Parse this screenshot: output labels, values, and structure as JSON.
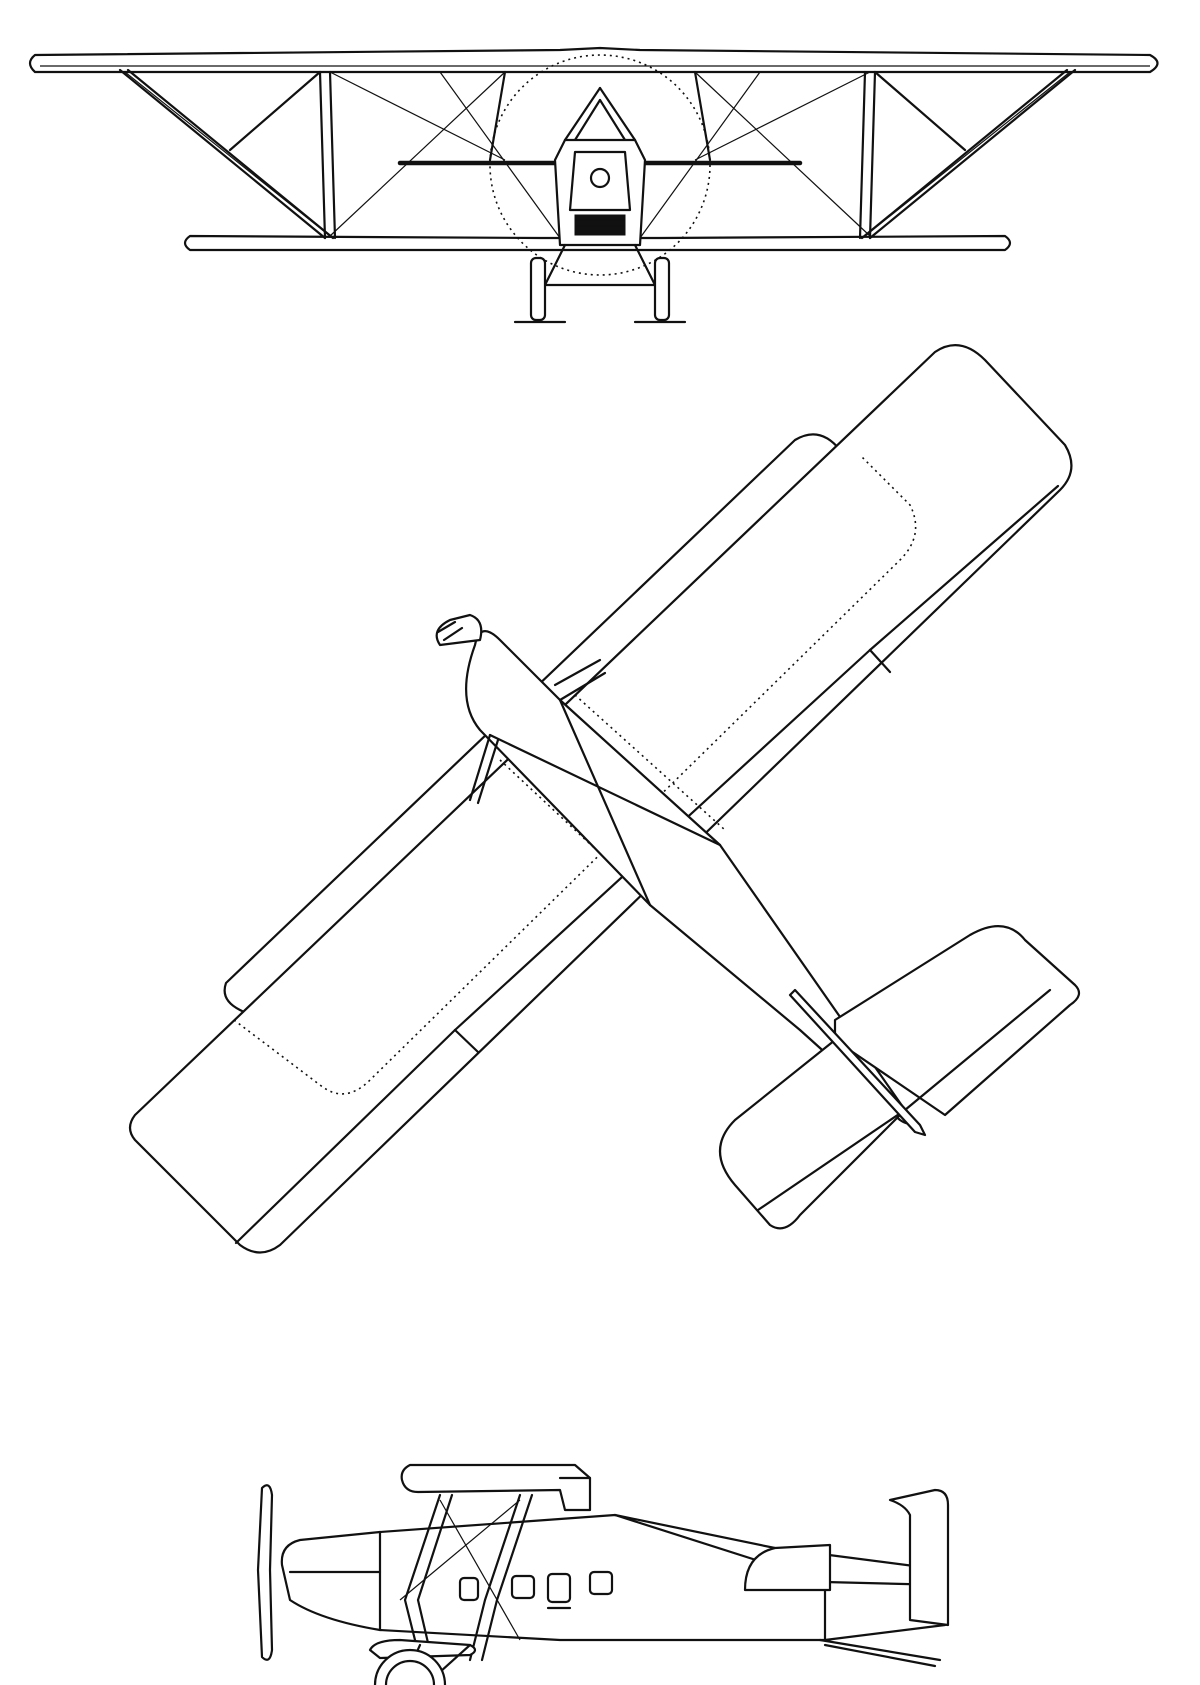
{
  "drawing": {
    "subject": "",
    "views": [
      {
        "id": "front",
        "label": ""
      },
      {
        "id": "plan",
        "label": ""
      },
      {
        "id": "side",
        "label": ""
      }
    ],
    "ink_color": "#111111",
    "paper_color": "#ffffff"
  }
}
